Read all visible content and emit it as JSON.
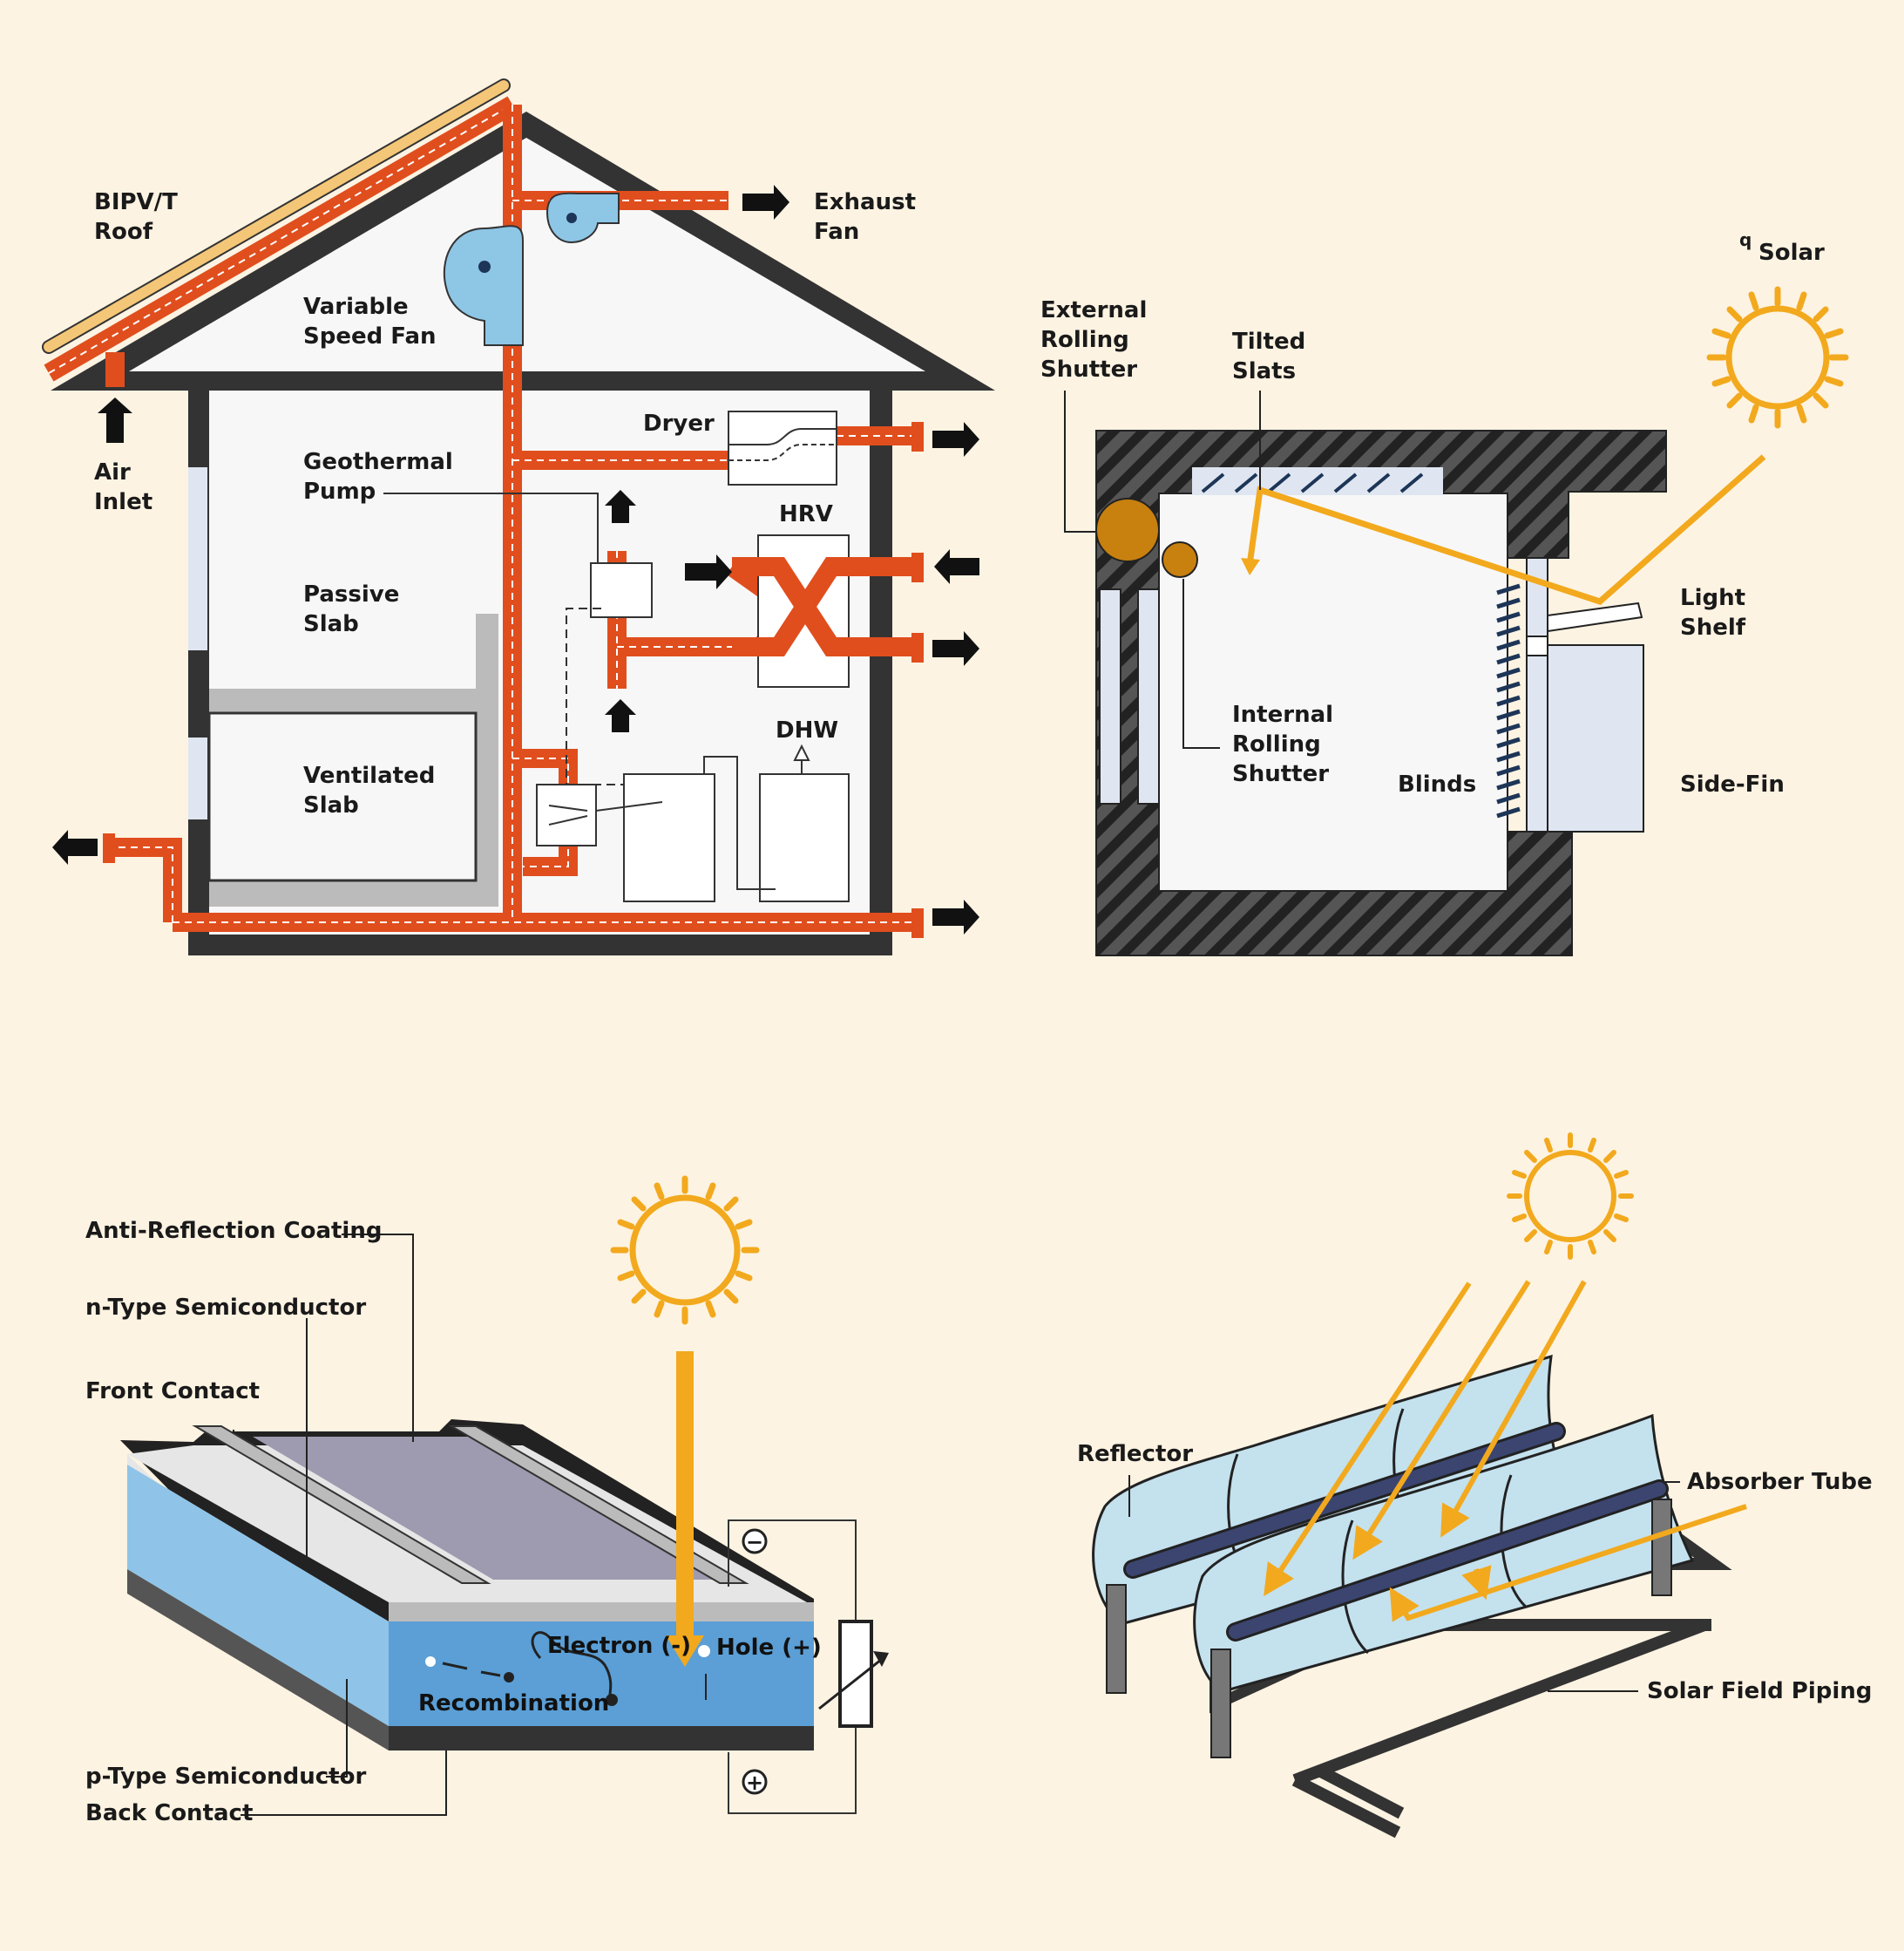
{
  "colors": {
    "background": "#fdf3e2",
    "duct": "#e04e1e",
    "sun": "#f2a91d",
    "glass": "#dfe6f1",
    "fan": "#8ec6e6",
    "shutter": "#c8800f",
    "cell_blue": "#5b9fd6",
    "cell_light": "#8fc4e8",
    "coating": "#9e9aaf",
    "trough": "#c4e1ee",
    "tube": "#3b4570"
  },
  "house": {
    "bipvt": [
      "BIPV/T",
      "Roof"
    ],
    "exhaust_fan": [
      "Exhaust",
      "Fan"
    ],
    "variable_fan": [
      "Variable",
      "Speed Fan"
    ],
    "air_inlet": [
      "Air",
      "Inlet"
    ],
    "dryer": "Dryer",
    "geothermal": [
      "Geothermal",
      "Pump"
    ],
    "hrv": "HRV",
    "passive_slab": [
      "Passive",
      "Slab"
    ],
    "ventilated_slab": [
      "Ventilated",
      "Slab"
    ],
    "dhw": "DHW"
  },
  "facade": {
    "q": "q",
    "solar": "Solar",
    "external_shutter": [
      "External",
      "Rolling",
      "Shutter"
    ],
    "tilted_slats": [
      "Tilted",
      "Slats"
    ],
    "light_shelf": [
      "Light",
      "Shelf"
    ],
    "internal_shutter": [
      "Internal",
      "Rolling",
      "Shutter"
    ],
    "blinds": "Blinds",
    "side_fin": "Side-Fin"
  },
  "pv": {
    "anti_reflection": "Anti-Reflection Coating",
    "n_type": "n-Type Semiconductor",
    "front_contact": "Front Contact",
    "p_type": "p-Type Semiconductor",
    "back_contact": "Back Contact",
    "electron": "Electron (-)",
    "hole": "Hole (+)",
    "recombination": "Recombination",
    "minus": "−",
    "plus": "+"
  },
  "trough": {
    "reflector": "Reflector",
    "absorber": "Absorber Tube",
    "piping": "Solar Field Piping"
  }
}
